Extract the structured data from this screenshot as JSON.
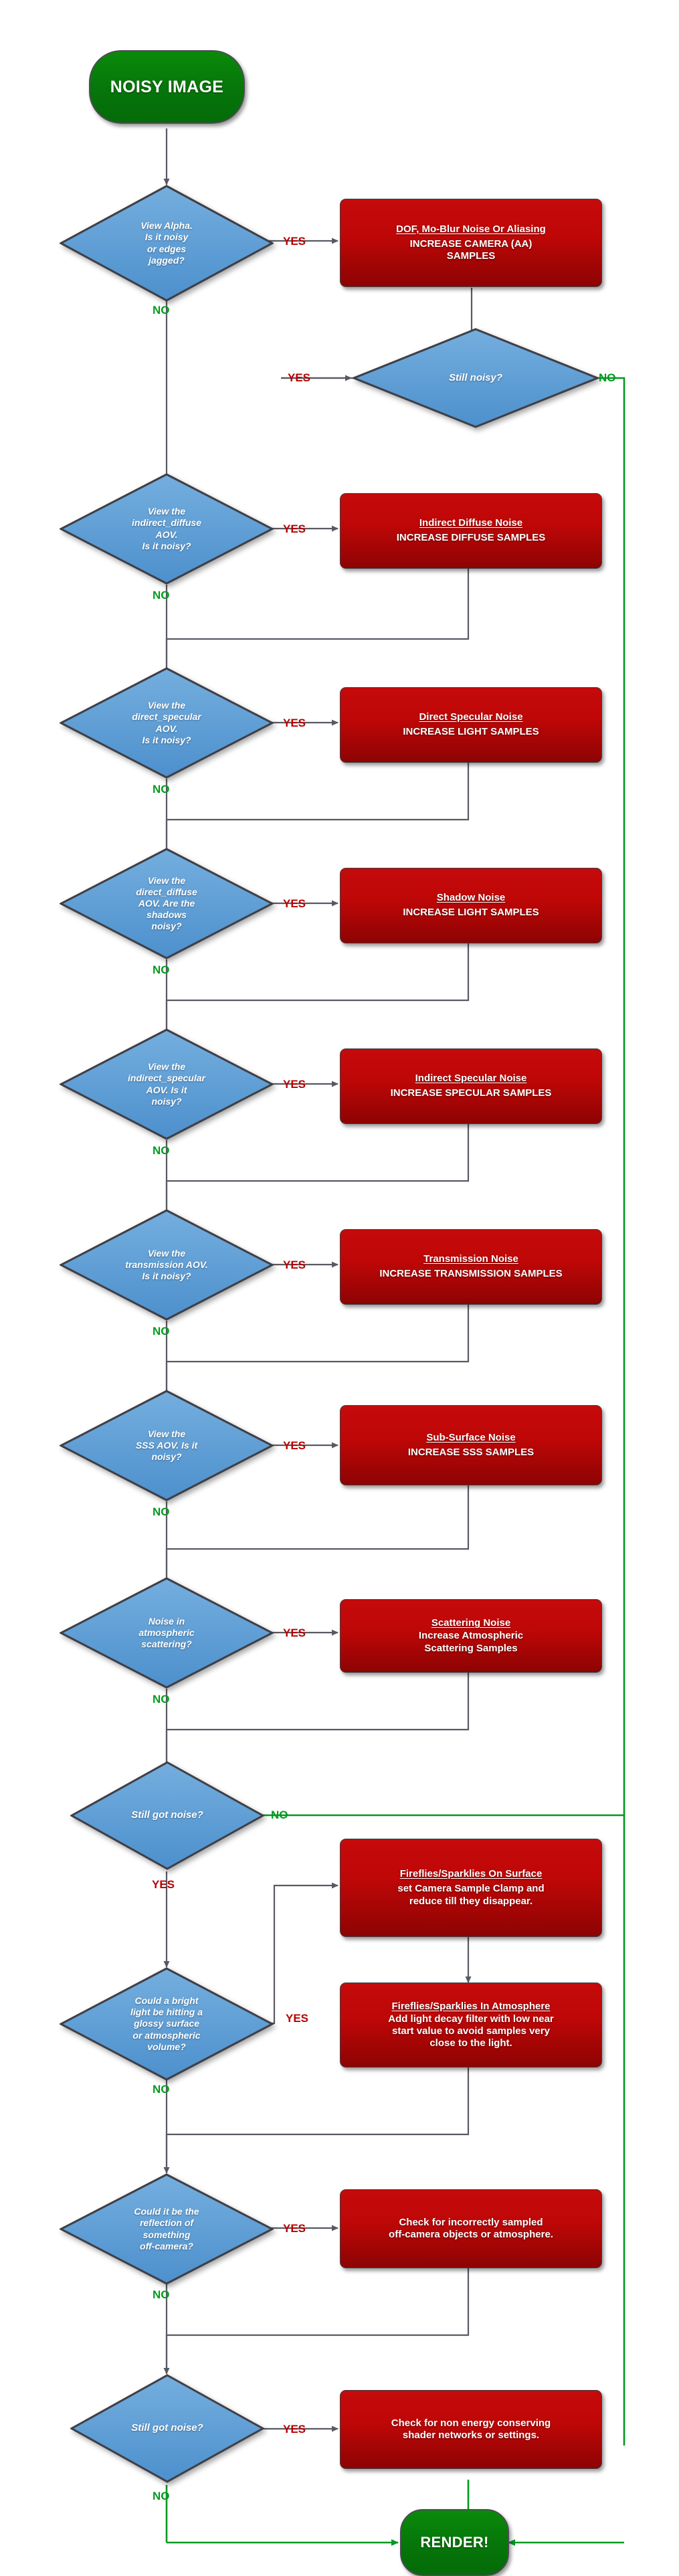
{
  "colors": {
    "terminator_green": "#06750a",
    "decision_blue": "#5a9bd5",
    "action_red": "#c00707",
    "edge_gray": "#595963",
    "edge_green": "#009a1e",
    "label_yes_red": "#b70000",
    "label_no_green": "#009a1e",
    "background": "#ffffff"
  },
  "labels": {
    "yes": "YES",
    "no": "NO"
  },
  "start": {
    "label": "NOISY IMAGE"
  },
  "end": {
    "label": "RENDER!"
  },
  "decisions": [
    {
      "id": "alpha",
      "text": "View Alpha.\nIs it noisy\nor edges\njagged?"
    },
    {
      "id": "still-noisy",
      "text": "Still noisy?"
    },
    {
      "id": "ind-diffuse",
      "text": "View the\nindirect_diffuse\nAOV.\nIs it noisy?"
    },
    {
      "id": "dir-specular",
      "text": "View the\ndirect_specular\nAOV.\nIs it noisy?"
    },
    {
      "id": "dir-diffuse",
      "text": "View the\ndirect_diffuse\nAOV. Are the\nshadows\nnoisy?"
    },
    {
      "id": "ind-specular",
      "text": "View the\nindirect_specular\nAOV. Is it\nnoisy?"
    },
    {
      "id": "transmission",
      "text": "View the\ntransmission AOV.\nIs it noisy?"
    },
    {
      "id": "sss",
      "text": "View the\nSSS AOV. Is it\nnoisy?"
    },
    {
      "id": "scattering",
      "text": "Noise in\natmospheric\nscattering?"
    },
    {
      "id": "still-noise-1",
      "text": "Still got noise?"
    },
    {
      "id": "bright-light",
      "text": "Could a bright\nlight be hitting a\nglossy surface\nor atmospheric\nvolume?"
    },
    {
      "id": "off-camera",
      "text": "Could it be the\nreflection of\nsomething\noff-camera?"
    },
    {
      "id": "still-noise-2",
      "text": "Still got noise?"
    }
  ],
  "actions": [
    {
      "id": "aa-samples",
      "title": "DOF, Mo-Blur Noise Or Aliasing",
      "body": "INCREASE CAMERA (AA)\nSAMPLES"
    },
    {
      "id": "diffuse-samples",
      "title": "Indirect Diffuse Noise",
      "body": "INCREASE DIFFUSE SAMPLES"
    },
    {
      "id": "light-samples-specular",
      "title": "Direct Specular Noise",
      "body": "INCREASE LIGHT SAMPLES"
    },
    {
      "id": "light-samples-shadow",
      "title": "Shadow Noise",
      "body": "INCREASE LIGHT SAMPLES"
    },
    {
      "id": "specular-samples",
      "title": "Indirect Specular Noise",
      "body": "INCREASE SPECULAR SAMPLES"
    },
    {
      "id": "transmission-samples",
      "title": "Transmission Noise",
      "body": "INCREASE TRANSMISSION SAMPLES"
    },
    {
      "id": "sss-samples",
      "title": "Sub-Surface Noise",
      "body": "INCREASE SSS SAMPLES"
    },
    {
      "id": "scattering-samples",
      "title": "Scattering Noise",
      "body": "Increase Atmospheric\nScattering Samples"
    },
    {
      "id": "fireflies-surface",
      "title": "Fireflies/Sparklies On Surface",
      "body": "set Camera Sample Clamp and\nreduce till they disappear."
    },
    {
      "id": "fireflies-atmosphere",
      "title": "Fireflies/Sparklies In Atmosphere",
      "body": "Add light decay filter with low near\nstart value to avoid samples very\nclose to the light."
    },
    {
      "id": "off-camera-check",
      "title": "",
      "body": "Check for incorrectly sampled\noff-camera objects or atmosphere."
    },
    {
      "id": "shader-check",
      "title": "",
      "body": "Check for non energy conserving\nshader networks or settings."
    }
  ]
}
